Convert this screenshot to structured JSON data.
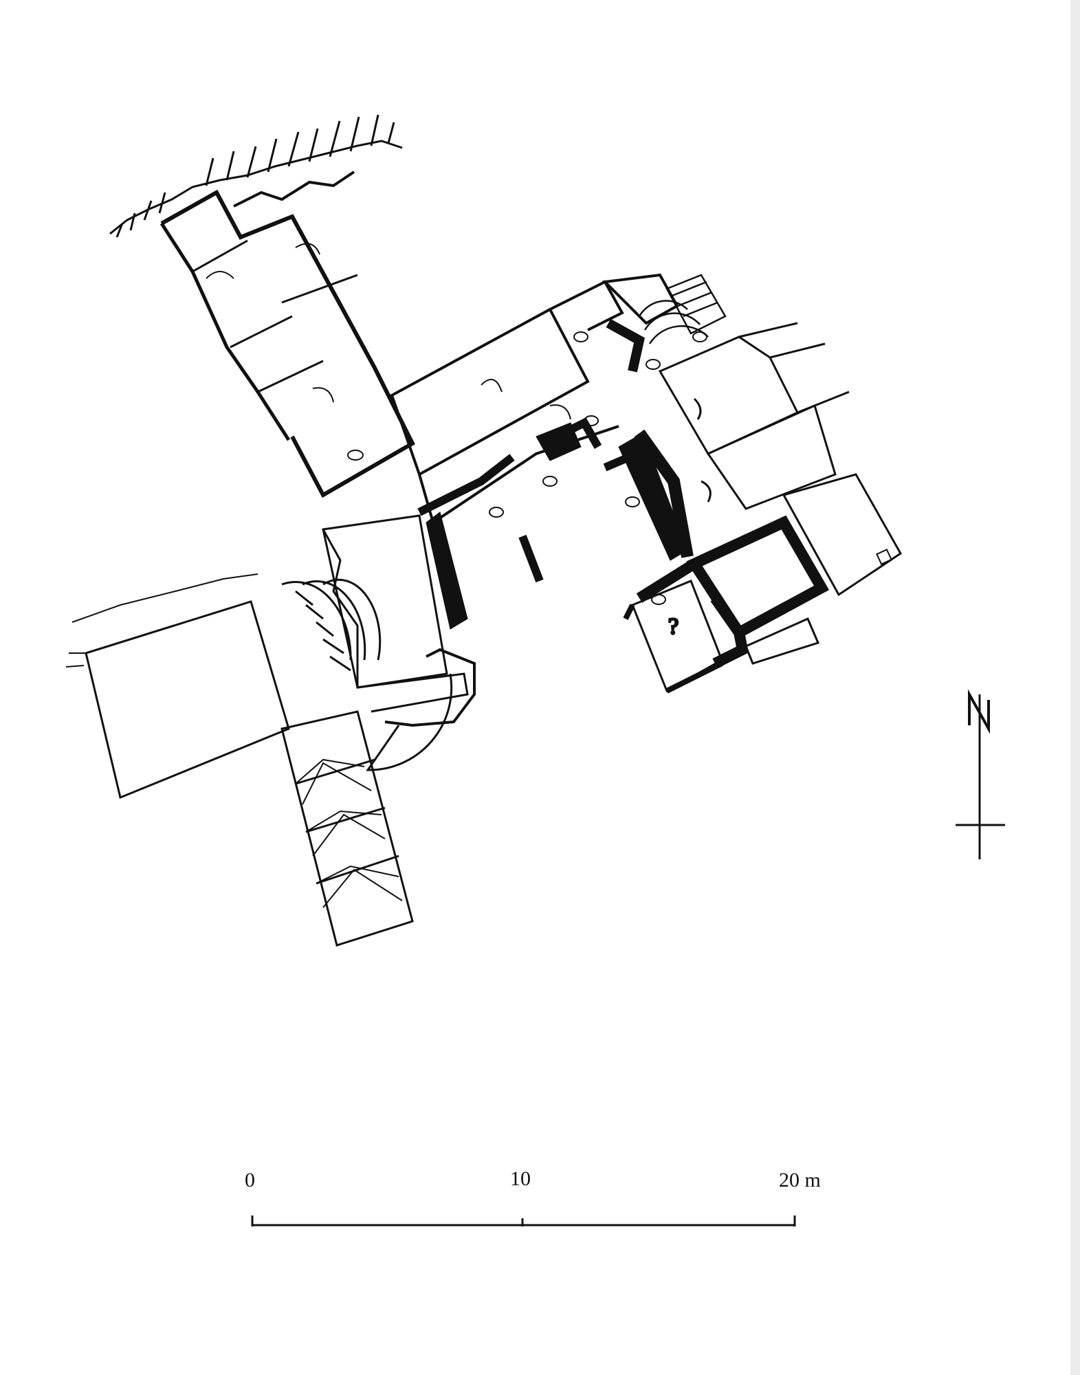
{
  "plan": {
    "room_mark": "?"
  },
  "north_arrow": {
    "letter": "N"
  },
  "scale_bar": {
    "labels": [
      "0",
      "10",
      "20 m"
    ]
  }
}
